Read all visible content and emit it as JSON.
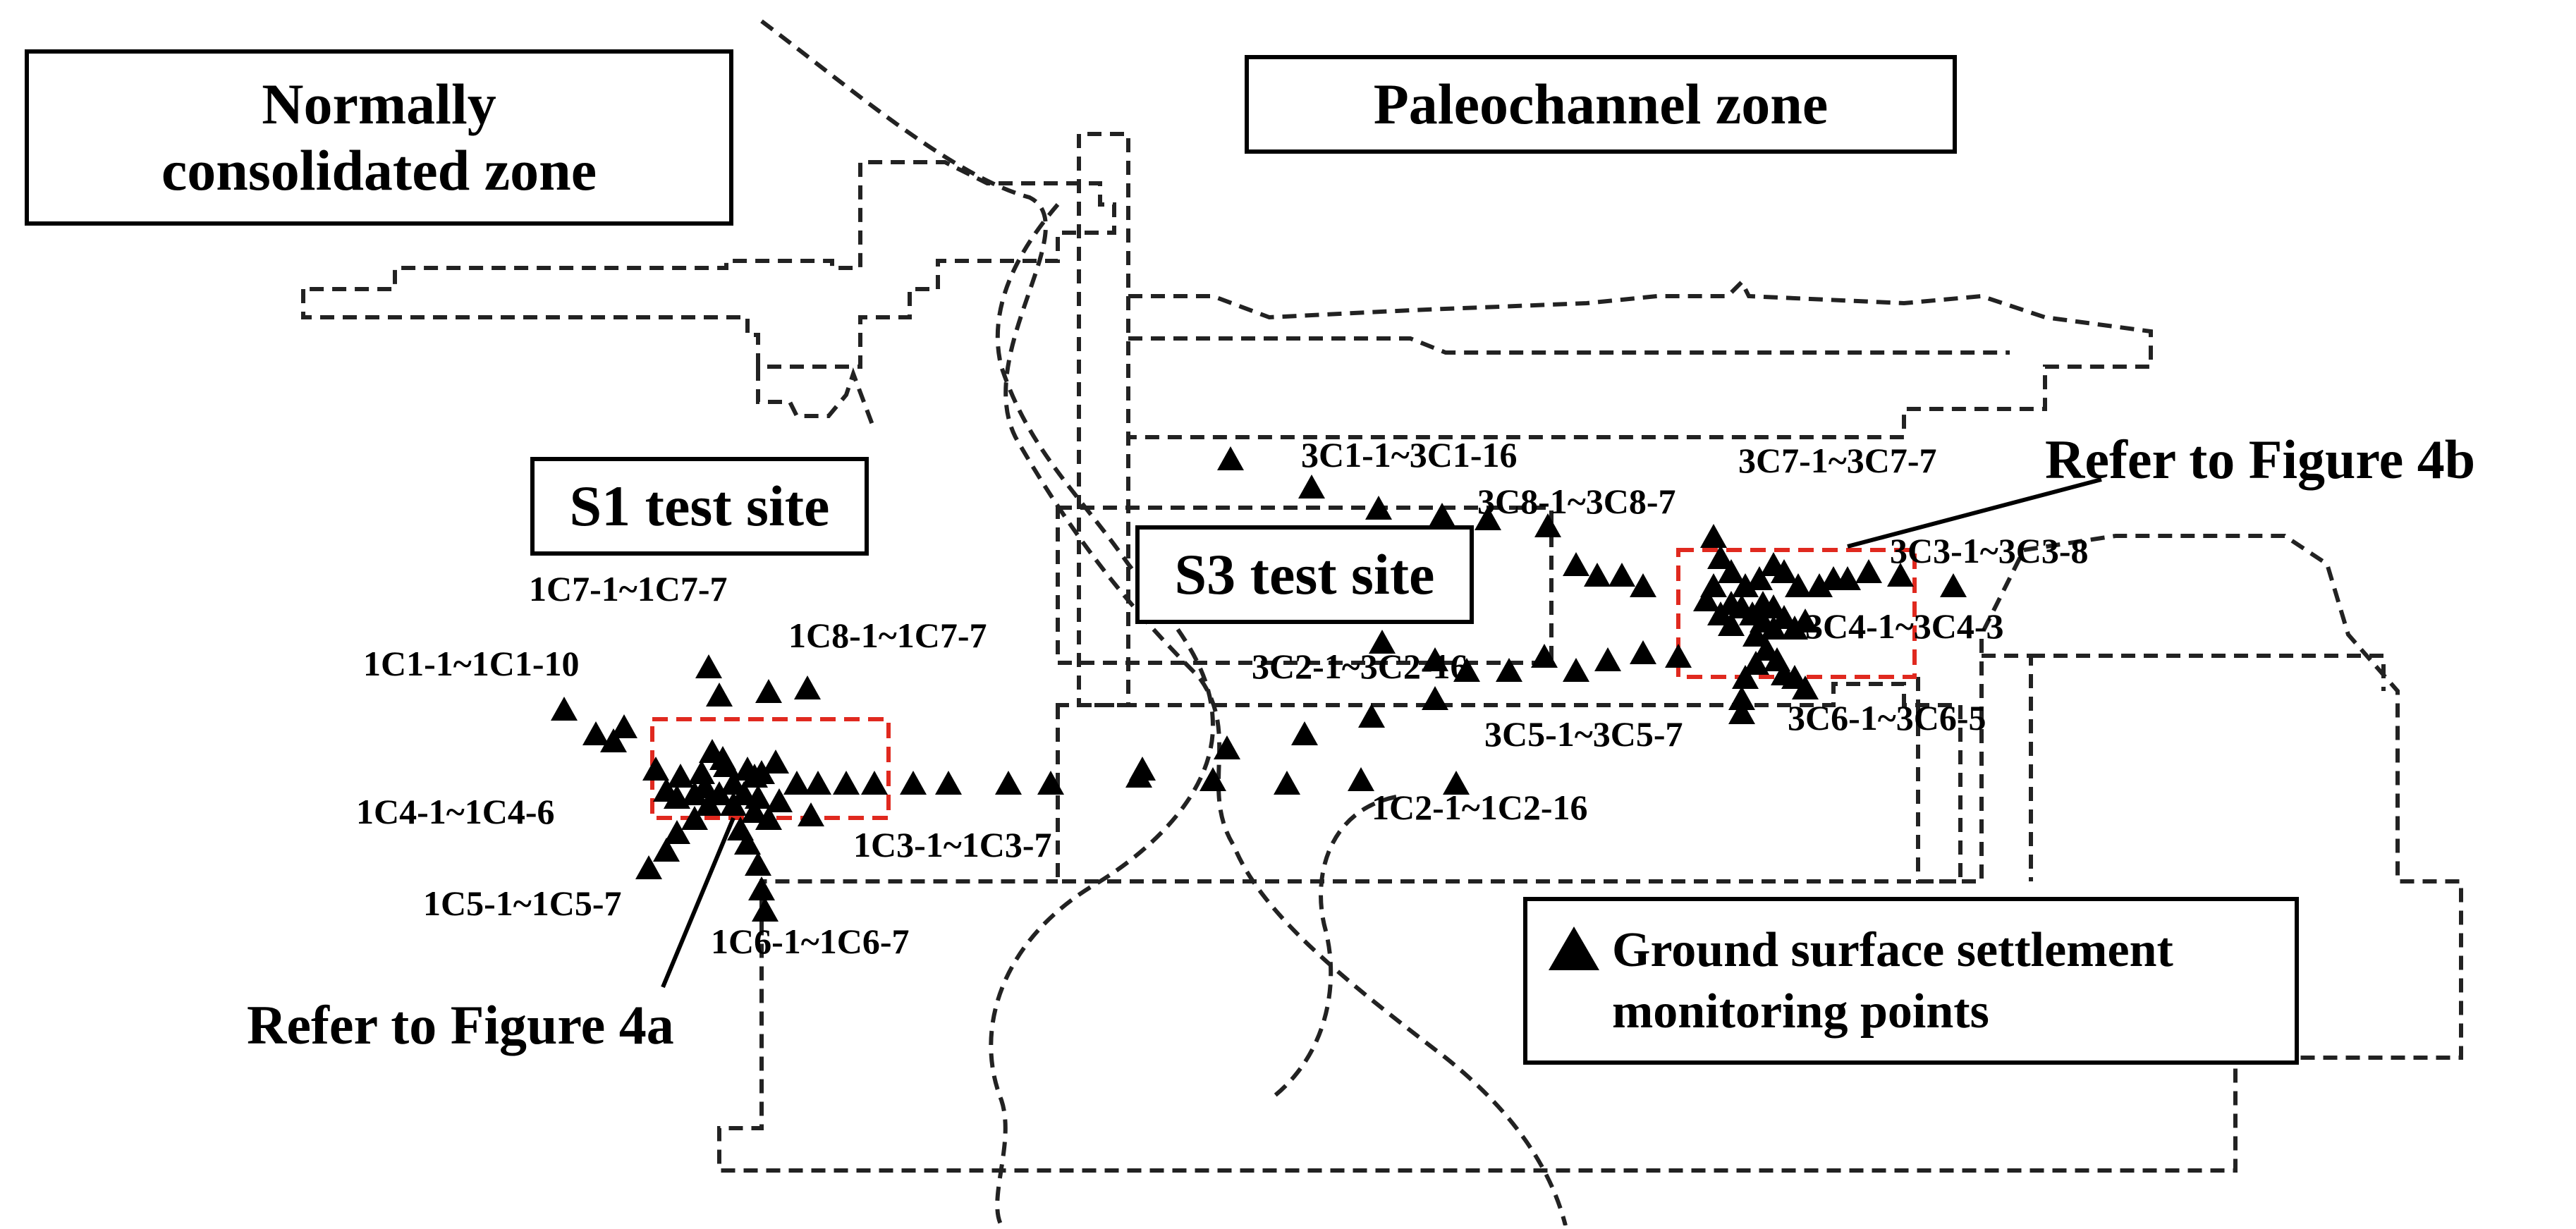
{
  "zones": {
    "normally_consolidated": "Normally consolidated zone",
    "paleochannel": "Paleochannel zone"
  },
  "sites": {
    "s1": "S1 test site",
    "s3": "S3 test site"
  },
  "references": {
    "fig4a": "Refer to Figure 4a",
    "fig4b": "Refer to Figure 4b"
  },
  "legend": {
    "line1": "Ground surface settlement",
    "line2": "monitoring points",
    "icon": "triangle-marker-icon"
  },
  "point_groups": {
    "c1c7": "1C7-1~1C7-7",
    "c1c1": "1C1-1~1C1-10",
    "c1c8": "1C8-1~1C7-7",
    "c1c4": "1C4-1~1C4-6",
    "c1c3": "1C3-1~1C3-7",
    "c1c5": "1C5-1~1C5-7",
    "c1c6": "1C6-1~1C6-7",
    "c1c2": "1C2-1~1C2-16",
    "c3c1": "3C1-1~3C1-16",
    "c3c8": "3C8-1~3C8-7",
    "c3c7": "3C7-1~3C7-7",
    "c3c3": "3C3-1~3C3-8",
    "c3c4": "3C4-1~3C4-3",
    "c3c2": "3C2-1~3C2-16",
    "c3c5": "3C5-1~3C5-7",
    "c3c6": "3C6-1~3C6-5"
  },
  "colors": {
    "marker": "#000000",
    "boundary": "#222222",
    "highlight_box": "#e0291f"
  }
}
